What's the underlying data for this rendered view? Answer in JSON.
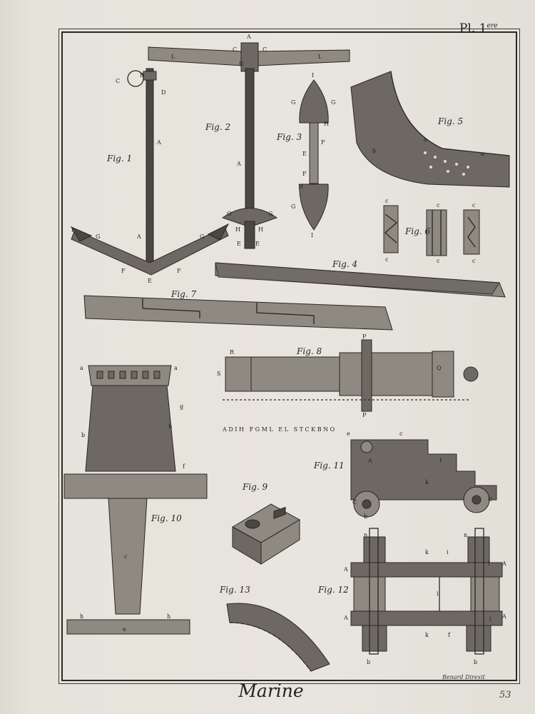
{
  "plate": {
    "number": "Pl. 1",
    "superscript": "ere",
    "title": "Marine",
    "engraver": "Benard Direxit",
    "page_number": "53"
  },
  "figures": {
    "fig1": "Fig. 1",
    "fig2": "Fig. 2",
    "fig3": "Fig. 3",
    "fig4": "Fig. 4",
    "fig5": "Fig. 5",
    "fig6": "Fig. 6",
    "fig7": "Fig. 7",
    "fig8": "Fig. 8",
    "fig9": "Fig. 9",
    "fig10": "Fig. 10",
    "fig11": "Fig. 11",
    "fig12": "Fig. 12",
    "fig13": "Fig. 13"
  },
  "letters": {
    "fig8_scale": "A D I H   F G M L   E L   S T C K B N O",
    "A": "A",
    "B": "B",
    "C": "C",
    "D": "D",
    "E": "E",
    "F": "F",
    "G": "G",
    "H": "H",
    "I": "I",
    "L": "L",
    "P": "P",
    "R": "R",
    "S": "S",
    "Q": "Q",
    "a": "a",
    "b": "b",
    "c": "c",
    "e": "e",
    "f": "f",
    "g": "g",
    "h": "h",
    "i": "i",
    "k": "k",
    "l": "l",
    "n": "n"
  }
}
